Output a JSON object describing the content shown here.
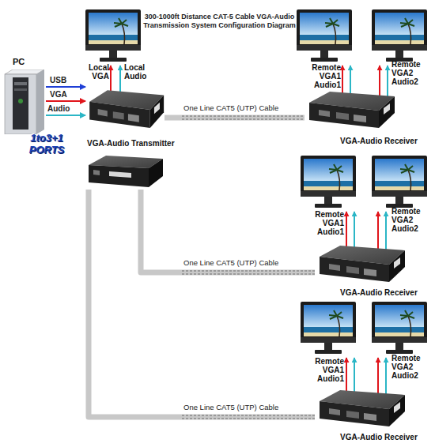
{
  "diagram": {
    "title": "300-1000ft Distance CAT-5 Cable VGA-Audio Transmission System Configuration Diagram",
    "nodes": [
      {
        "text": [
          "PC"
        ]
      },
      {
        "text": [
          "VGA-Audio Transmitter"
        ]
      },
      {
        "text": [
          "1to3+1 PORTS"
        ]
      },
      {
        "text": [
          "VGA-Audio Receiver"
        ]
      },
      {
        "text": [
          "VGA-Audio Receiver"
        ]
      },
      {
        "text": [
          "VGA-Audio Receiver"
        ]
      }
    ],
    "edges": [
      {
        "from": 0,
        "to": 1,
        "arrow": "to",
        "label": "USB"
      },
      {
        "from": 0,
        "to": 1,
        "arrow": "to",
        "label": "VGA"
      },
      {
        "from": 0,
        "to": 1,
        "arrow": "to",
        "label": "Audio"
      },
      {
        "from": 1,
        "to": 3,
        "arrow": "none",
        "label": "One Line CAT5 (UTP) Cable"
      },
      {
        "from": 2,
        "to": 4,
        "arrow": "none",
        "label": "One Line CAT5 (UTP) Cable"
      },
      {
        "from": 2,
        "to": 5,
        "arrow": "none",
        "label": "One Line CAT5 (UTP) Cable"
      }
    ],
    "labels": [
      "Local VGA",
      "Local Audio",
      "Remote VGA1 Audio1",
      "Remote VGA2 Audio2",
      "Remote VGA1 Audio1",
      "Remote VGA2 Audio2",
      "Remote VGA1 Audio1",
      "Remote VGA2 Audio2"
    ]
  }
}
